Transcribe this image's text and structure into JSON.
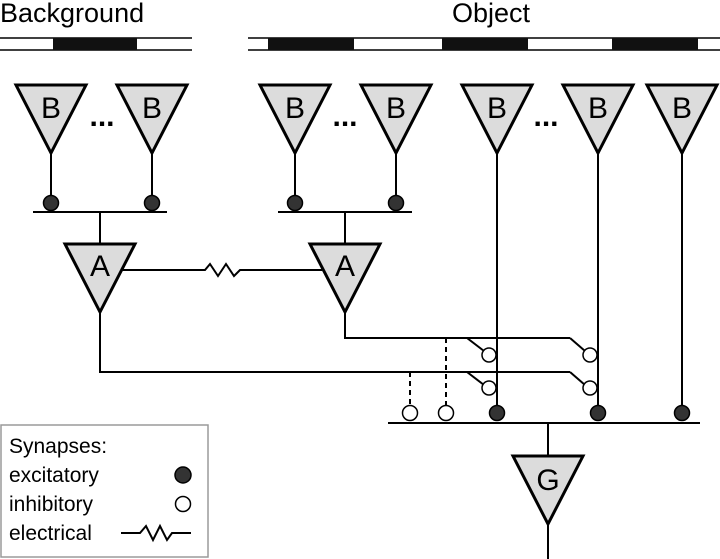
{
  "labels": {
    "background": "Background",
    "object": "Object",
    "bipolar": "B",
    "ellipsis": "...",
    "amacrine": "A",
    "ganglion": "G"
  },
  "legend": {
    "title": "Synapses:",
    "excitatory": "excitatory",
    "inhibitory": "inhibitory",
    "electrical": "electrical"
  },
  "colors": {
    "cell_fill": "#dcdcdc",
    "excitatory_fill": "#333333",
    "inhibitory_fill": "#ffffff",
    "line": "#000000"
  }
}
